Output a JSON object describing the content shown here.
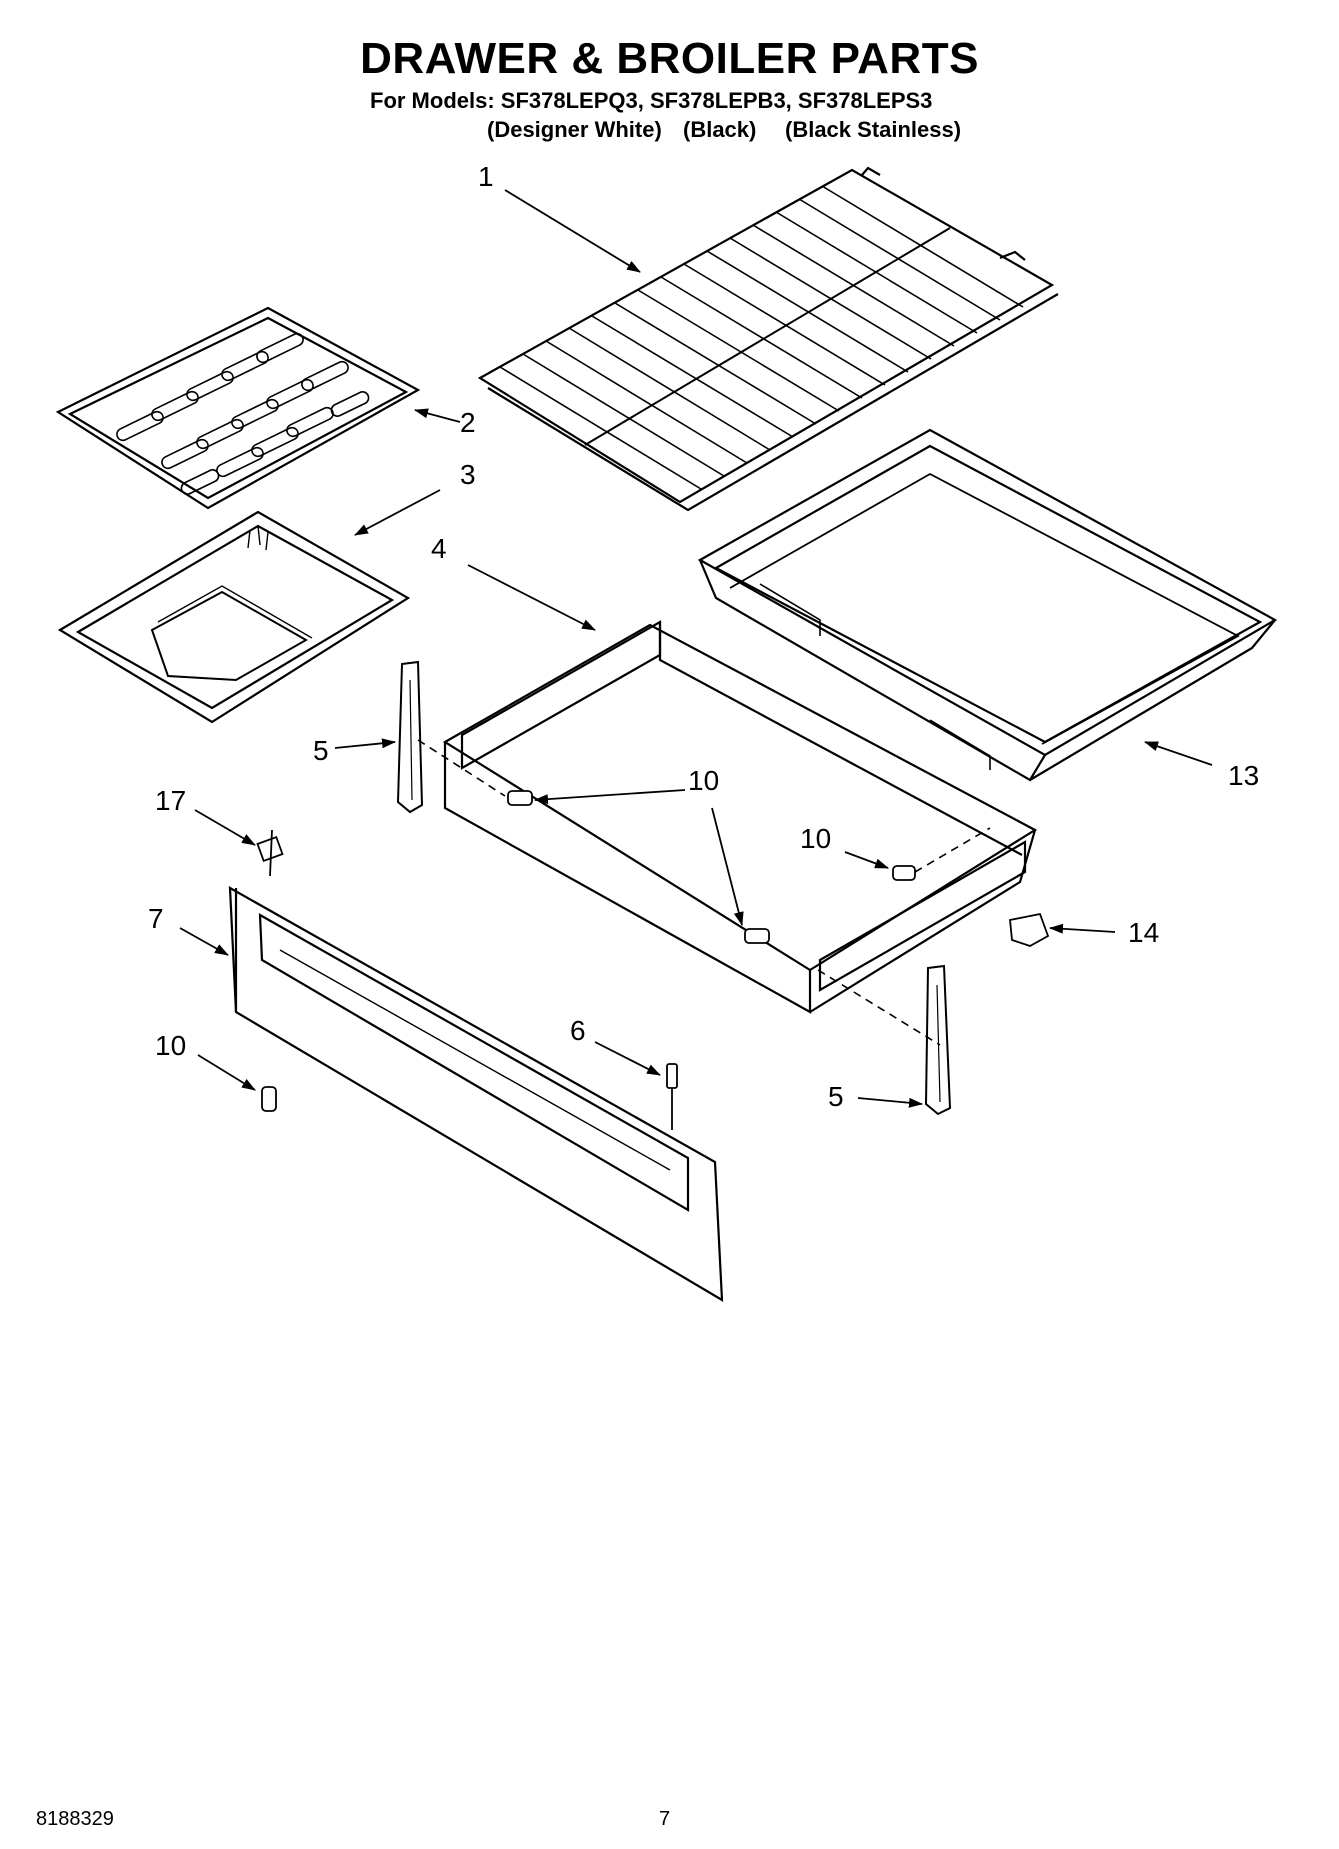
{
  "header": {
    "title": "DRAWER & BROILER PARTS",
    "models_line": "For Models: SF378LEPQ3, SF378LEPB3, SF378LEPS3",
    "variants": [
      "(Designer White)",
      "(Black)",
      "(Black Stainless)"
    ]
  },
  "callouts": {
    "c1": "1",
    "c2": "2",
    "c3": "3",
    "c4": "4",
    "c5a": "5",
    "c5b": "5",
    "c6": "6",
    "c7": "7",
    "c10a": "10",
    "c10b": "10",
    "c10c": "10",
    "c13": "13",
    "c14": "14",
    "c17": "17"
  },
  "footer": {
    "doc_number": "8188329",
    "page_number": "7"
  }
}
